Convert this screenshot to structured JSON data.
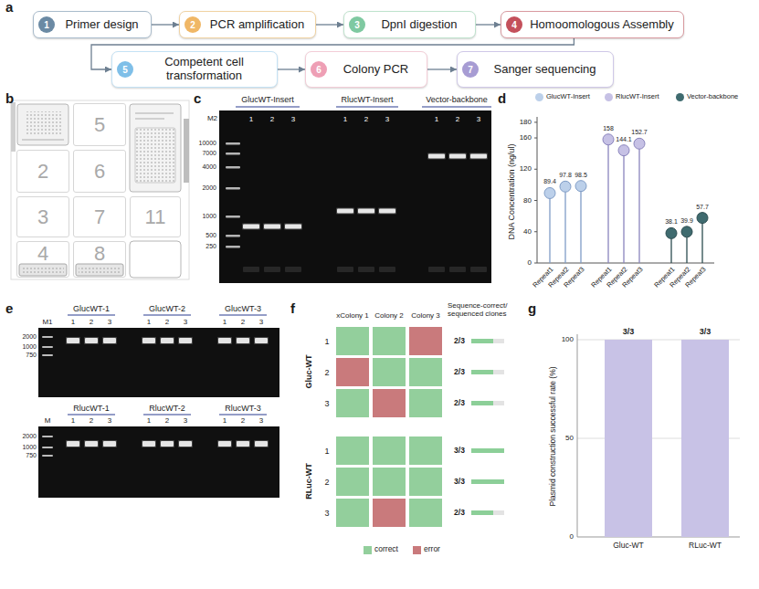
{
  "diagram": {
    "nodes": [
      {
        "text": [
          "1",
          "Primer design"
        ]
      },
      {
        "text": [
          "2",
          "PCR amplification"
        ]
      },
      {
        "text": [
          "3",
          "DpnI digestion"
        ]
      },
      {
        "text": [
          "4",
          "Homoomologous Assembly"
        ]
      },
      {
        "text": [
          "5",
          "Competent cell transformation"
        ]
      },
      {
        "text": [
          "6",
          "Colony PCR"
        ]
      },
      {
        "text": [
          "7",
          "Sanger sequencing"
        ]
      },
      {
        "text": [
          "5"
        ]
      },
      {
        "text": [
          "2"
        ]
      },
      {
        "text": [
          "6"
        ]
      },
      {
        "text": [
          "3"
        ]
      },
      {
        "text": [
          "7"
        ]
      },
      {
        "text": [
          "11"
        ]
      },
      {
        "text": [
          "4"
        ]
      },
      {
        "text": [
          "8"
        ]
      }
    ],
    "edges": [
      {
        "from": 0,
        "to": 1,
        "arrow": "to"
      },
      {
        "from": 1,
        "to": 2,
        "arrow": "to"
      },
      {
        "from": 2,
        "to": 3,
        "arrow": "to"
      },
      {
        "from": 3,
        "to": 4,
        "arrow": "to"
      },
      {
        "from": 4,
        "to": 5,
        "arrow": "to"
      },
      {
        "from": 5,
        "to": 6,
        "arrow": "to"
      }
    ],
    "labels": [
      "a",
      "b",
      "c",
      "d",
      "e",
      "f",
      "g",
      "GlucWT-Insert",
      "RlucWT-Insert",
      "Vector-backbone",
      "1",
      "2",
      "3",
      "1",
      "2",
      "3",
      "1",
      "2",
      "3",
      "M2",
      "10000",
      "7000",
      "4000",
      "2000",
      "1000",
      "500",
      "250",
      "DNA Concentration (ng/ul)",
      "0",
      "40",
      "80",
      "120",
      "160",
      "180",
      "89.4",
      "97.8",
      "98.5",
      "158",
      "144.1",
      "152.7",
      "38.1",
      "39.9",
      "57.7",
      "Repeat1",
      "Repeat2",
      "Repeat3",
      "Repeat1",
      "Repeat2",
      "Repeat3",
      "Repeat1",
      "Repeat2",
      "Repeat3",
      "GlucWT-1",
      "GlucWT-2",
      "GlucWT-3",
      "1",
      "2",
      "3",
      "1",
      "2",
      "3",
      "1",
      "2",
      "3",
      "M1",
      "2000",
      "1000",
      "750",
      "RlucWT-1",
      "RlucWT-2",
      "RlucWT-3",
      "1",
      "2",
      "3",
      "1",
      "2",
      "3",
      "1",
      "2",
      "3",
      "M",
      "2000",
      "1000",
      "750",
      "xColony 1",
      "Colony 2",
      "Colony 3",
      "Sequence-correct/ sequenced clones",
      "Gluc-WT",
      "1",
      "2",
      "3",
      "2/3",
      "2/3",
      "2/3",
      "RLuc-WT",
      "1",
      "2",
      "3",
      "3/3",
      "3/3",
      "2/3",
      "Plasmid construction successful rate (%)",
      "100",
      "50",
      "0",
      "3/3",
      "3/3",
      "Gluc-WT",
      "RLuc-WT"
    ],
    "legend": [
      {
        "text": "GlucWT-Insert",
        "color": "#bcd0ea"
      },
      {
        "text": "RlucWT-Insert",
        "color": "#c6c1e5"
      },
      {
        "text": "Vector-backbone",
        "color": "#3f6b6f"
      },
      {
        "text": "correct",
        "color": "#93cf9c"
      },
      {
        "text": "error",
        "color": "#c97a7c"
      }
    ]
  }
}
